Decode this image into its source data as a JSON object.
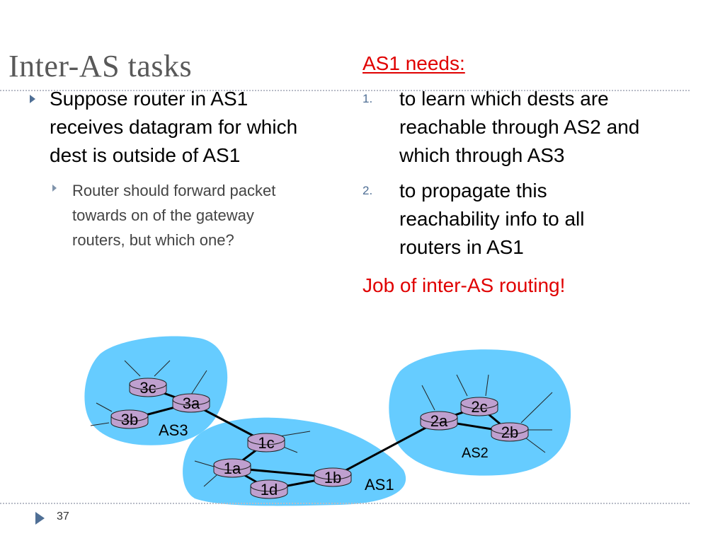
{
  "title": "Inter-AS tasks",
  "left": {
    "bullet": "Suppose router in AS1 receives datagram for which dest is outside of AS1",
    "sub_bullet": "Router should forward packet towards on of the gateway routers, but which one?"
  },
  "right": {
    "heading": "AS1 needs:",
    "items": [
      {
        "num": "1.",
        "text": "to learn which dests are reachable through AS2 and which through AS3"
      },
      {
        "num": "2.",
        "text": "to propagate this reachability info to all routers in AS1"
      }
    ],
    "conclusion": "Job of inter-AS routing!"
  },
  "diagram": {
    "cloud_color": "#66ccff",
    "router_color": "#bfa0cf",
    "as_labels": {
      "as1": "AS1",
      "as2": "AS2",
      "as3": "AS3"
    },
    "routers": {
      "r3c": "3c",
      "r3a": "3a",
      "r3b": "3b",
      "r1c": "1c",
      "r1a": "1a",
      "r1d": "1d",
      "r1b": "1b",
      "r2a": "2a",
      "r2c": "2c",
      "r2b": "2b"
    }
  },
  "page_number": "37"
}
